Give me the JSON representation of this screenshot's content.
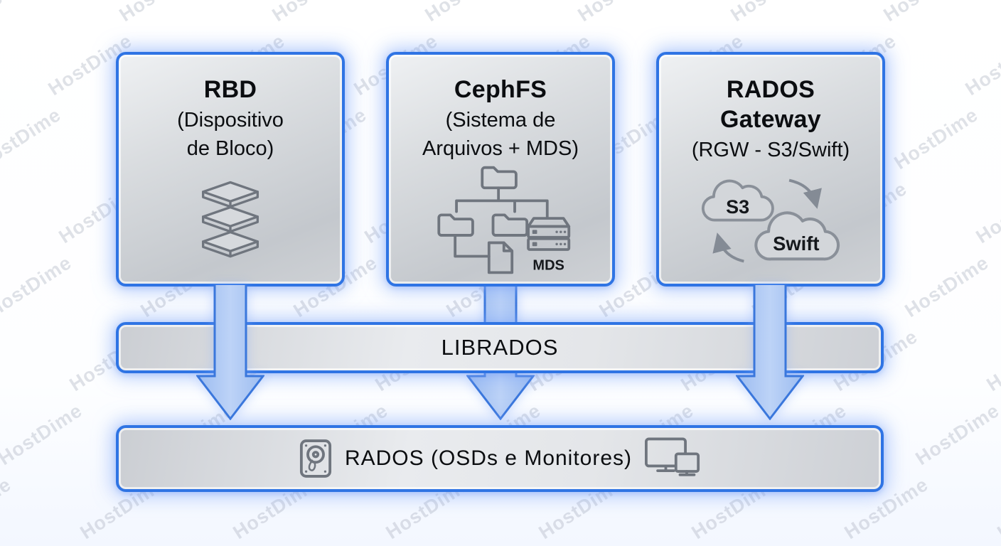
{
  "watermark": {
    "text": "HostDime"
  },
  "diagram": {
    "boxes": [
      {
        "title_line1": "RBD",
        "subtitle_line1": "(Dispositivo",
        "subtitle_line2": "de Bloco)",
        "icon": "block-storage-stack-icon"
      },
      {
        "title_line1": "CephFS",
        "subtitle_line1": "(Sistema de",
        "subtitle_line2": "Arquivos + MDS)",
        "icon": "folder-tree-with-mds-server-icon",
        "icon_label": "MDS"
      },
      {
        "title_line1": "RADOS",
        "title_line2": "Gateway",
        "subtitle_line1": "(RGW - S3/Swift)",
        "icon": "s3-swift-clouds-icon",
        "cloud_label_1": "S3",
        "cloud_label_2": "Swift"
      }
    ],
    "librados_bar": {
      "label": "LIBRADOS"
    },
    "rados_bar": {
      "label": "RADOS (OSDs e Monitores)",
      "left_icon": "hard-drive-icon",
      "right_icon": "monitors-icon"
    }
  },
  "colors": {
    "border_blue": "#2f74e4",
    "arrow_fill": "#a9c6f2",
    "arrow_stroke": "#3a77dc",
    "panel_gray_light": "#e9ebee",
    "panel_gray_dark": "#c4c8cd",
    "icon_gray": "#6f757e",
    "text_dark": "#0b0d10",
    "watermark_gray": "#aeb4c2"
  }
}
